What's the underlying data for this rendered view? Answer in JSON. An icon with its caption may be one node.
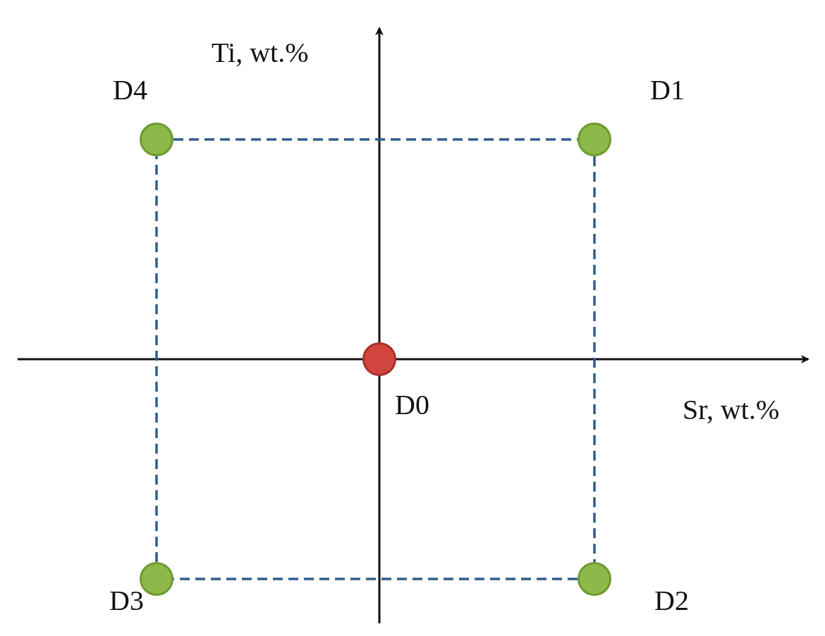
{
  "diagram": {
    "nodes": [
      {
        "text": [],
        "shape": "circle",
        "beside": [
          "D4"
        ]
      },
      {
        "text": [],
        "shape": "circle",
        "beside": [
          "D1"
        ]
      },
      {
        "text": [],
        "shape": "circle",
        "beside": [
          "D0"
        ]
      },
      {
        "text": [],
        "shape": "circle",
        "beside": [
          "D3"
        ]
      },
      {
        "text": [],
        "shape": "circle",
        "beside": [
          "D2"
        ]
      }
    ],
    "edges": [
      {
        "from": 0,
        "to": 1,
        "arrow": "none",
        "style": "dashed"
      },
      {
        "from": 1,
        "to": 4,
        "arrow": "none",
        "style": "dashed"
      },
      {
        "from": 4,
        "to": 3,
        "arrow": "none",
        "style": "dashed"
      },
      {
        "from": 3,
        "to": 0,
        "arrow": "none",
        "style": "dashed"
      }
    ],
    "labels": [
      "Ti, wt.%",
      "Sr, wt.%"
    ]
  }
}
